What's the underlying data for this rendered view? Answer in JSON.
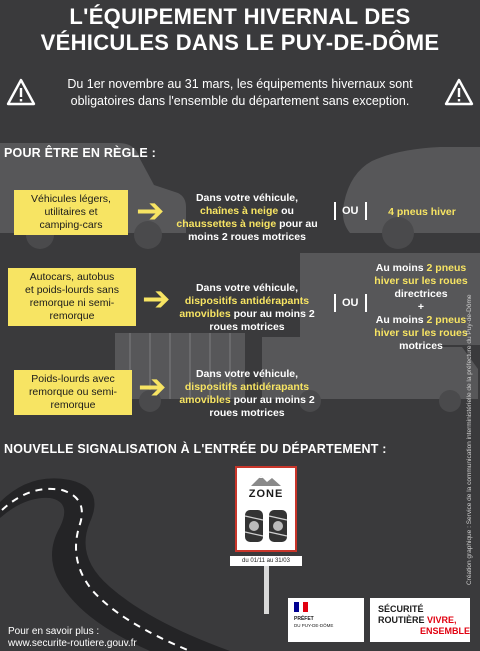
{
  "title": {
    "line1": "L'ÉQUIPEMENT HIVERNAL DES",
    "line2": "VÉHICULES DANS LE PUY-DE-DÔME"
  },
  "warning": {
    "line1": "Du 1er novembre au 31 mars, les équipements hivernaux sont",
    "line2": "obligatoires dans l'ensemble du département sans exception."
  },
  "section1": {
    "heading": "POUR ÊTRE EN RÈGLE :"
  },
  "rows": [
    {
      "label": [
        "Véhicules légers,",
        "utilitaires et",
        "camping-cars"
      ],
      "desc_lines": [
        [
          {
            "t": "Dans votre véhicule,",
            "h": false
          }
        ],
        [
          {
            "t": "chaînes à neige",
            "h": true
          },
          {
            "t": " ou",
            "h": false
          }
        ],
        [
          {
            "t": "chaussettes à neige",
            "h": true
          },
          {
            "t": " pour au",
            "h": false
          }
        ],
        [
          {
            "t": "moins 2 roues motrices",
            "h": false
          }
        ]
      ],
      "ou": "OU",
      "alt_lines": [
        [
          {
            "t": "4 pneus hiver",
            "h": true
          }
        ]
      ]
    },
    {
      "label": [
        "Autocars, autobus",
        "et poids-lourds sans",
        "remorque ni semi-",
        "remorque"
      ],
      "desc_lines": [
        [
          {
            "t": "Dans votre véhicule,",
            "h": false
          }
        ],
        [
          {
            "t": "dispositifs antidérapants",
            "h": true
          }
        ],
        [
          {
            "t": "amovibles",
            "h": true
          },
          {
            "t": " pour au moins 2",
            "h": false
          }
        ],
        [
          {
            "t": "roues motrices",
            "h": false
          }
        ]
      ],
      "ou": "OU",
      "alt_lines": [
        [
          {
            "t": "Au moins ",
            "h": false
          },
          {
            "t": "2 pneus",
            "h": true
          }
        ],
        [
          {
            "t": "hiver sur les roues",
            "h": true
          }
        ],
        [
          {
            "t": "directrices",
            "h": false
          }
        ],
        [
          {
            "t": "+",
            "h": false
          }
        ],
        [
          {
            "t": "Au moins ",
            "h": false
          },
          {
            "t": "2 pneus",
            "h": true
          }
        ],
        [
          {
            "t": "hiver sur les roues",
            "h": true
          }
        ],
        [
          {
            "t": "motrices",
            "h": false
          }
        ]
      ]
    },
    {
      "label": [
        "Poids-lourds avec",
        "remorque ou semi-",
        "remorque"
      ],
      "desc_lines": [
        [
          {
            "t": "Dans votre véhicule,",
            "h": false
          }
        ],
        [
          {
            "t": "dispositifs antidérapants",
            "h": true
          }
        ],
        [
          {
            "t": "amovibles",
            "h": true
          },
          {
            "t": " pour au moins 2",
            "h": false
          }
        ],
        [
          {
            "t": "roues motrices",
            "h": false
          }
        ]
      ]
    }
  ],
  "section2": {
    "heading": "NOUVELLE SIGNALISATION À L'ENTRÉE DU DÉPARTEMENT :"
  },
  "sign": {
    "title": "ZONE",
    "plate": "du 01/11 au 31/03"
  },
  "footer": {
    "line1": "Pour en savoir plus :",
    "line2": "www.securite-routiere.gouv.fr"
  },
  "prefet_logo": {
    "name": "PRÉFET",
    "sub": "DU PUY-DE-DÔME"
  },
  "sr_logo": {
    "line1": "SÉCURITÉ",
    "line2a": "ROUTIÈRE ",
    "line2b": "VIVRE,",
    "line3": "ENSEMBLE"
  },
  "credit": "Création graphique : Service de la communication interministérielle de la préfecture du Puy-de-Dôme",
  "colors": {
    "accent": "#f7e463",
    "background": "#3a3a3c",
    "sign_border": "#c8352a",
    "marianne_red": "#e1000f",
    "marianne_blue": "#000091"
  },
  "icons": [
    "warning-triangle-icon",
    "arrow-right-icon",
    "snowy-mountain-icon",
    "tyre-chain-icon",
    "road-icon",
    "marianne-icon"
  ]
}
